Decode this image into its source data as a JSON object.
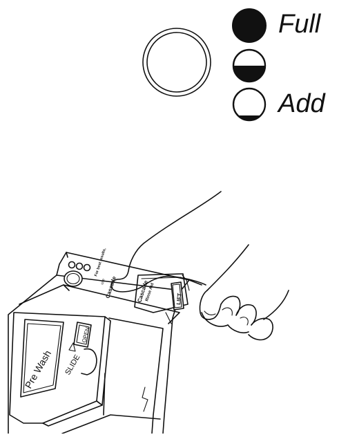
{
  "indicator": {
    "levels": [
      {
        "label": "Full",
        "state": "full"
      },
      {
        "label": "",
        "state": "half"
      },
      {
        "label": "Add",
        "state": "low"
      }
    ]
  },
  "dispenser": {
    "prewash_label": "Pre Wash",
    "slide_label": "SLIDE",
    "open_label": "OPEN",
    "lift_label": "LIFT",
    "best_results_text": "For best results,",
    "use_text": "use",
    "brand_text": "Cascade",
    "rinse_aid_text": "Rinse Aid"
  },
  "colors": {
    "ink": "#111111",
    "paper": "#ffffff"
  }
}
